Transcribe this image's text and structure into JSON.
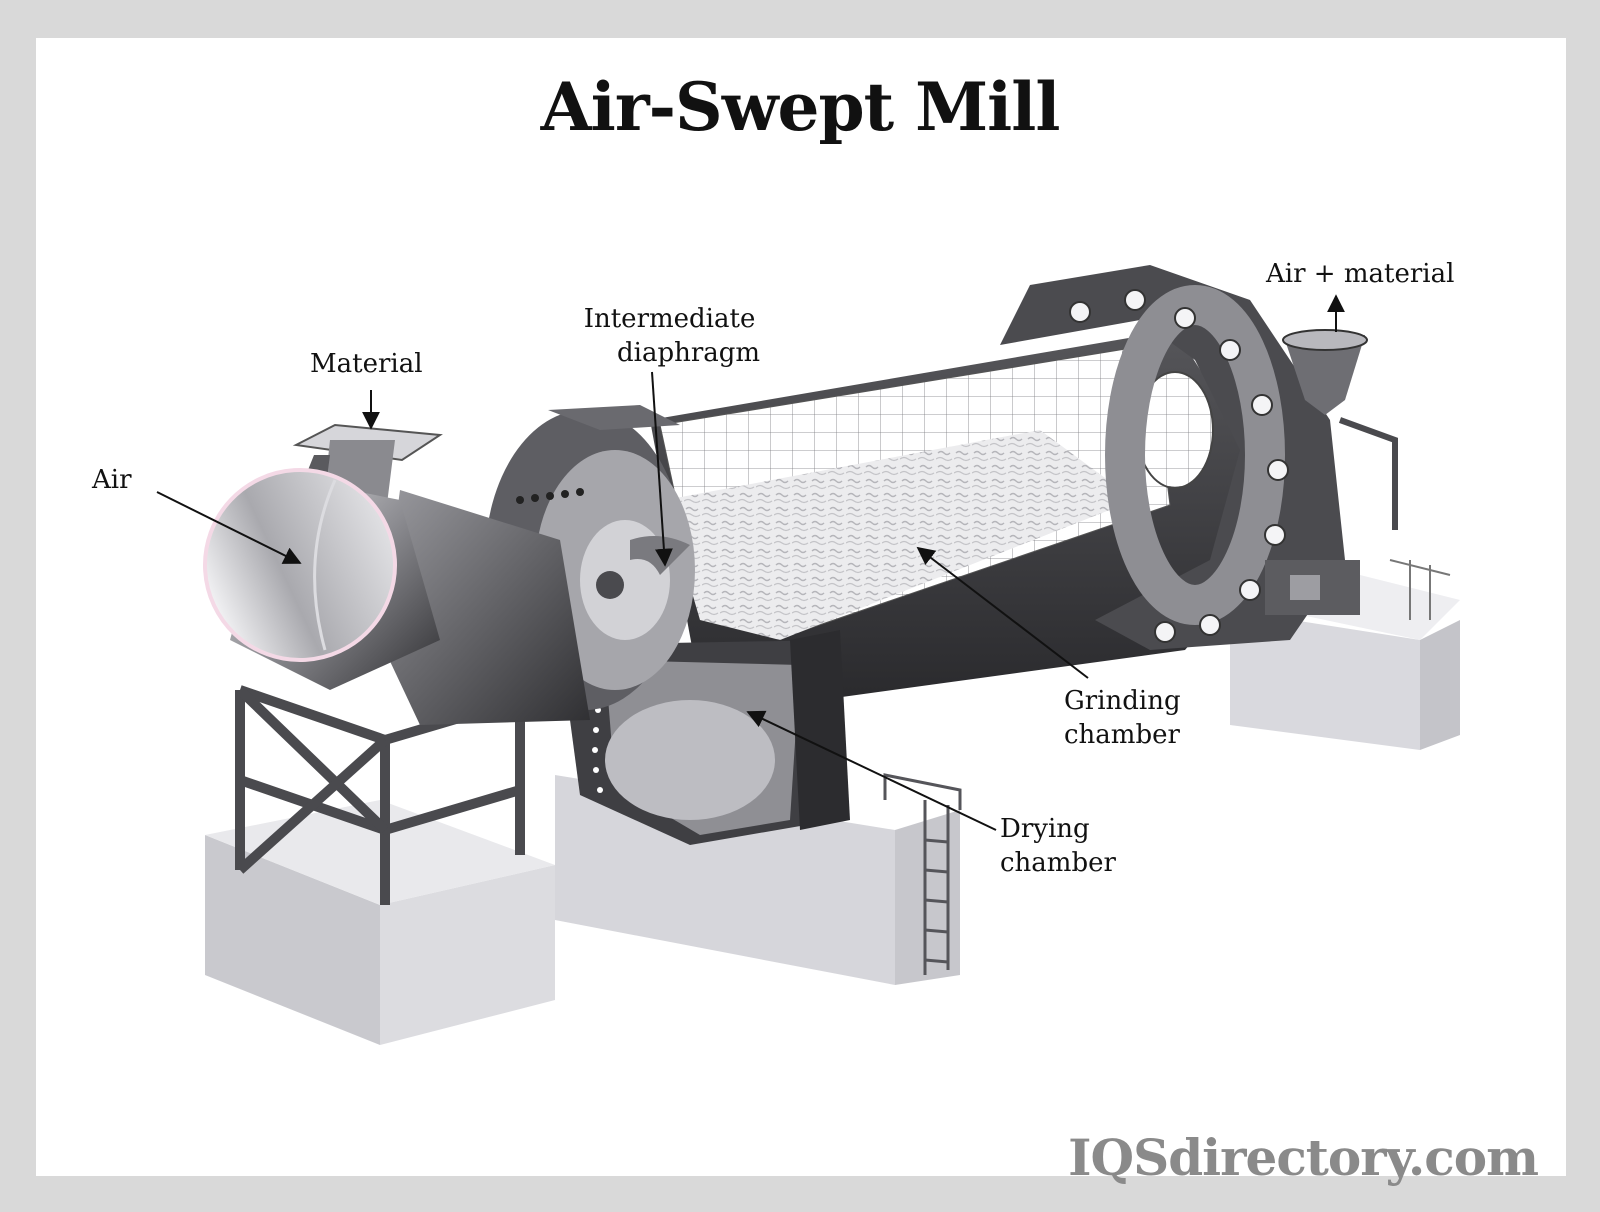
{
  "title": "Air-Swept Mill",
  "labels": {
    "air": "Air",
    "material": "Material",
    "intermediate_diaphragm": [
      "Intermediate",
      "diaphragm"
    ],
    "air_material": "Air + material",
    "grinding_chamber": [
      "Grinding",
      "chamber"
    ],
    "drying_chamber": [
      "Drying",
      "chamber"
    ]
  },
  "watermark": "IQSdirectory.com",
  "colors": {
    "shell_dark": "#3a3a3d",
    "shell_mid": "#6b6b70",
    "steel_light": "#c8c8cc",
    "concrete": "#d8d8dc",
    "charge": "#e6e6e8"
  }
}
